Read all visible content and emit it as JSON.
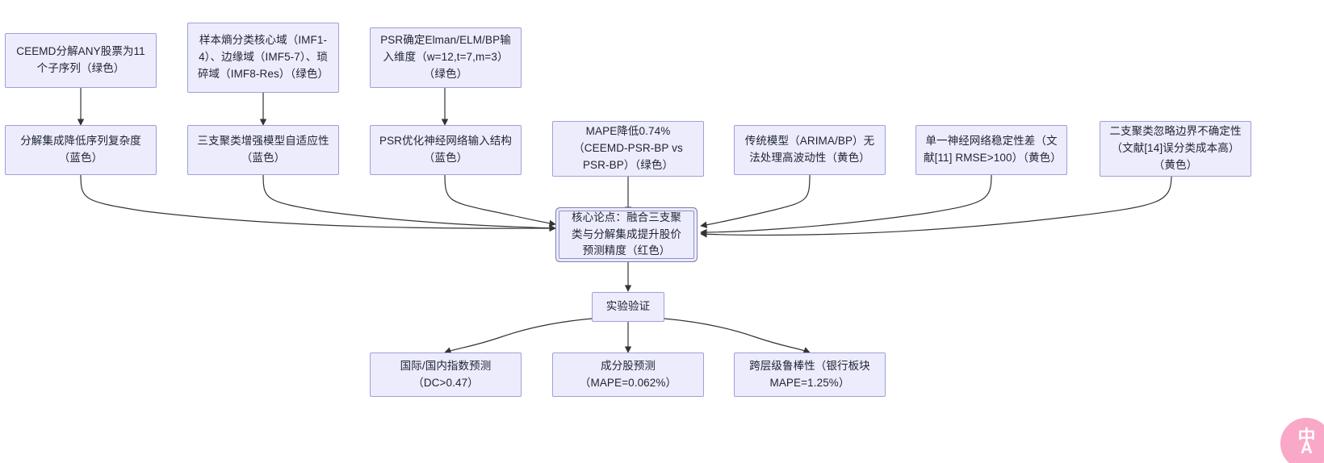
{
  "diagram": {
    "title": "",
    "node_fill": "#ececfc",
    "node_border": "#9f9fdb",
    "edge_color": "#333333",
    "core_accent": "#7e7ea8",
    "nodes": [
      {
        "id": "n1",
        "label": "CEEMD分解ANY股票为11个子序列（绿色）"
      },
      {
        "id": "n2",
        "label": "样本熵分类核心域（IMF1-4）、边缘域（IMF5-7）、琐碎域（IMF8-Res）（绿色）"
      },
      {
        "id": "n3",
        "label": "PSR确定Elman/ELM/BP输入维度（w=12,t=7,m=3）（绿色）"
      },
      {
        "id": "n4",
        "label": "分解集成降低序列复杂度（蓝色）"
      },
      {
        "id": "n5",
        "label": "三支聚类增强模型自适应性（蓝色）"
      },
      {
        "id": "n6",
        "label": "PSR优化神经网络输入结构（蓝色）"
      },
      {
        "id": "n7",
        "label": "MAPE降低0.74%（CEEMD-PSR-BP vs PSR-BP）（绿色）"
      },
      {
        "id": "n8",
        "label": "传统模型（ARIMA/BP）无法处理高波动性（黄色）"
      },
      {
        "id": "n9",
        "label": "单一神经网络稳定性差（文献[11] RMSE>100）（黄色）"
      },
      {
        "id": "n10",
        "label": "二支聚类忽略边界不确定性（文献[14]误分类成本高）（黄色）"
      },
      {
        "id": "core",
        "label": "核心论点：融合三支聚类与分解集成提升股价预测精度（红色）"
      },
      {
        "id": "exp",
        "label": "实验验证"
      },
      {
        "id": "r1",
        "label": "国际/国内指数预测（DC>0.47）"
      },
      {
        "id": "r2",
        "label": "成分股预测（MAPE=0.062%）"
      },
      {
        "id": "r3",
        "label": "跨层级鲁棒性（银行板块MAPE=1.25%）"
      }
    ],
    "watermark": {
      "top_text": "中",
      "bottom_text": "A",
      "color": "#f9a8c7"
    }
  }
}
